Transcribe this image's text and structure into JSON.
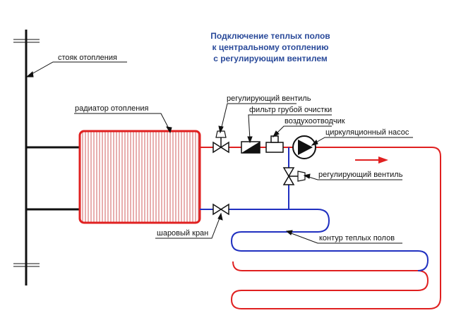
{
  "title": {
    "line1": "Подключение теплых полов",
    "line2": "к центральному отоплению",
    "line3": "с регулирующим вентилем"
  },
  "labels": {
    "riser": "стояк отопления",
    "radiator": "радиатор отопления",
    "control_valve_top": "регулирующий вентиль",
    "coarse_filter": "фильтр грубой очистки",
    "air_vent": "воздухоотводчик",
    "circulation_pump": "циркуляционный насос",
    "control_valve_bypass": "регулирующий вентиль",
    "ball_valve": "шаровый кран",
    "floor_loop": "контур теплых полов"
  },
  "colors": {
    "title": "#2a4a9a",
    "supply": "#e02020",
    "return": "#2030c0",
    "riser": "#111111",
    "radiator_fill": "#e8b3b3"
  },
  "icons": [
    "valve-icon",
    "filter-icon",
    "air-vent-icon",
    "pump-icon",
    "flow-arrow-icon"
  ]
}
